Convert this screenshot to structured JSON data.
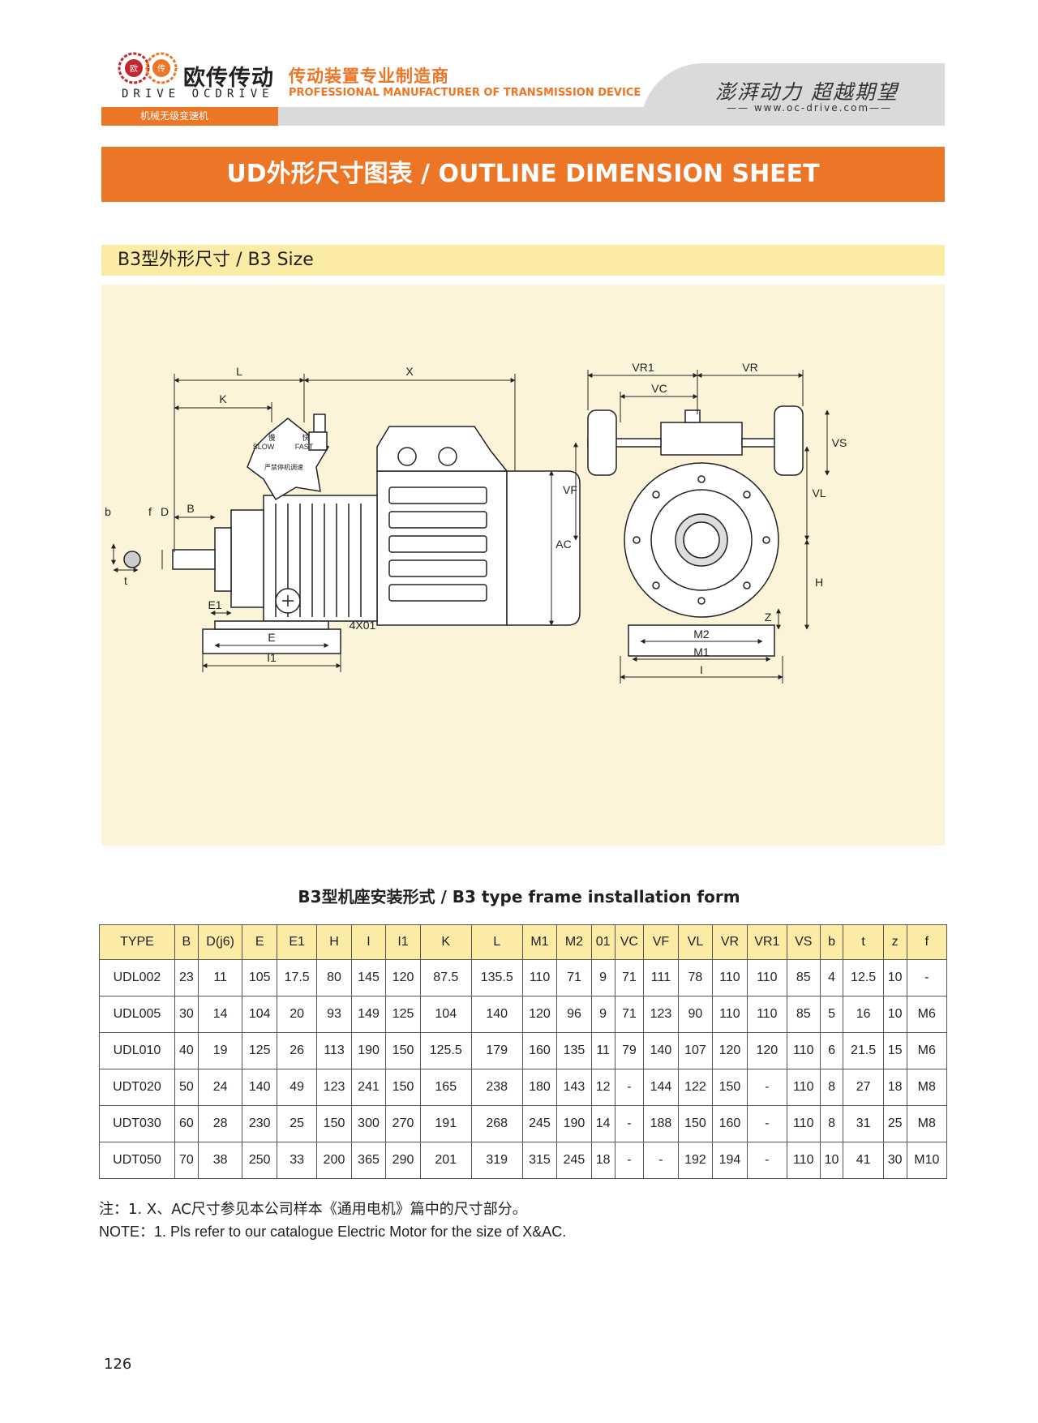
{
  "header": {
    "brand_cn": "欧传传动",
    "brand_en": "DRIVE OCDRIVE",
    "tagline_cn": "传动装置专业制造商",
    "tagline_en": "PROFESSIONAL MANUFACTURER OF TRANSMISSION DEVICE",
    "slogan": "澎湃动力 超越期望",
    "website": "—— www.oc-drive.com——",
    "category": "机械无级变速机",
    "colors": {
      "orange": "#ed7526",
      "yellow": "#fbeba4",
      "cream": "#fcf4d8",
      "gray": "#d9dadb"
    }
  },
  "title": "UD外形尺寸图表 / OUTLINE DIMENSION SHEET",
  "section": "B3型外形尺寸 / B3 Size",
  "drawing": {
    "labels": {
      "L": "L",
      "X": "X",
      "K": "K",
      "b": "b",
      "f": "f",
      "D": "D",
      "B": "B",
      "t": "t",
      "E1": "E1",
      "E": "E",
      "I1": "I1",
      "AC": "AC",
      "hole": "4X01",
      "VR1": "VR1",
      "VR": "VR",
      "VC": "VC",
      "VF": "VF",
      "VS": "VS",
      "VL": "VL",
      "H": "H",
      "Z": "Z",
      "M2": "M2",
      "M1": "M1",
      "I": "I"
    },
    "knob": {
      "slow_cn": "慢",
      "fast_cn": "快",
      "slow": "SLOW",
      "fast": "FAST",
      "warning": "严禁停机调速"
    }
  },
  "table": {
    "title": "B3型机座安装形式 / B3 type frame installation form",
    "headers": [
      "TYPE",
      "B",
      "D(j6)",
      "E",
      "E1",
      "H",
      "I",
      "I1",
      "K",
      "L",
      "M1",
      "M2",
      "01",
      "VC",
      "VF",
      "VL",
      "VR",
      "VR1",
      "VS",
      "b",
      "t",
      "z",
      "f"
    ],
    "rows": [
      [
        "UDL002",
        "23",
        "11",
        "105",
        "17.5",
        "80",
        "145",
        "120",
        "87.5",
        "135.5",
        "110",
        "71",
        "9",
        "71",
        "111",
        "78",
        "110",
        "110",
        "85",
        "4",
        "12.5",
        "10",
        "-"
      ],
      [
        "UDL005",
        "30",
        "14",
        "104",
        "20",
        "93",
        "149",
        "125",
        "104",
        "140",
        "120",
        "96",
        "9",
        "71",
        "123",
        "90",
        "110",
        "110",
        "85",
        "5",
        "16",
        "10",
        "M6"
      ],
      [
        "UDL010",
        "40",
        "19",
        "125",
        "26",
        "113",
        "190",
        "150",
        "125.5",
        "179",
        "160",
        "135",
        "11",
        "79",
        "140",
        "107",
        "120",
        "120",
        "110",
        "6",
        "21.5",
        "15",
        "M6"
      ],
      [
        "UDT020",
        "50",
        "24",
        "140",
        "49",
        "123",
        "241",
        "150",
        "165",
        "238",
        "180",
        "143",
        "12",
        "-",
        "144",
        "122",
        "150",
        "-",
        "110",
        "8",
        "27",
        "18",
        "M8"
      ],
      [
        "UDT030",
        "60",
        "28",
        "230",
        "25",
        "150",
        "300",
        "270",
        "191",
        "268",
        "245",
        "190",
        "14",
        "-",
        "188",
        "150",
        "160",
        "-",
        "110",
        "8",
        "31",
        "25",
        "M8"
      ],
      [
        "UDT050",
        "70",
        "38",
        "250",
        "33",
        "200",
        "365",
        "290",
        "201",
        "319",
        "315",
        "245",
        "18",
        "-",
        "-",
        "192",
        "194",
        "-",
        "110",
        "10",
        "41",
        "30",
        "M10"
      ]
    ]
  },
  "notes": {
    "cn": "注：1. X、AC尺寸参见本公司样本《通用电机》篇中的尺寸部分。",
    "en": "NOTE：1. Pls refer to our catalogue Electric Motor for the size of X&AC."
  },
  "page_number": "126"
}
